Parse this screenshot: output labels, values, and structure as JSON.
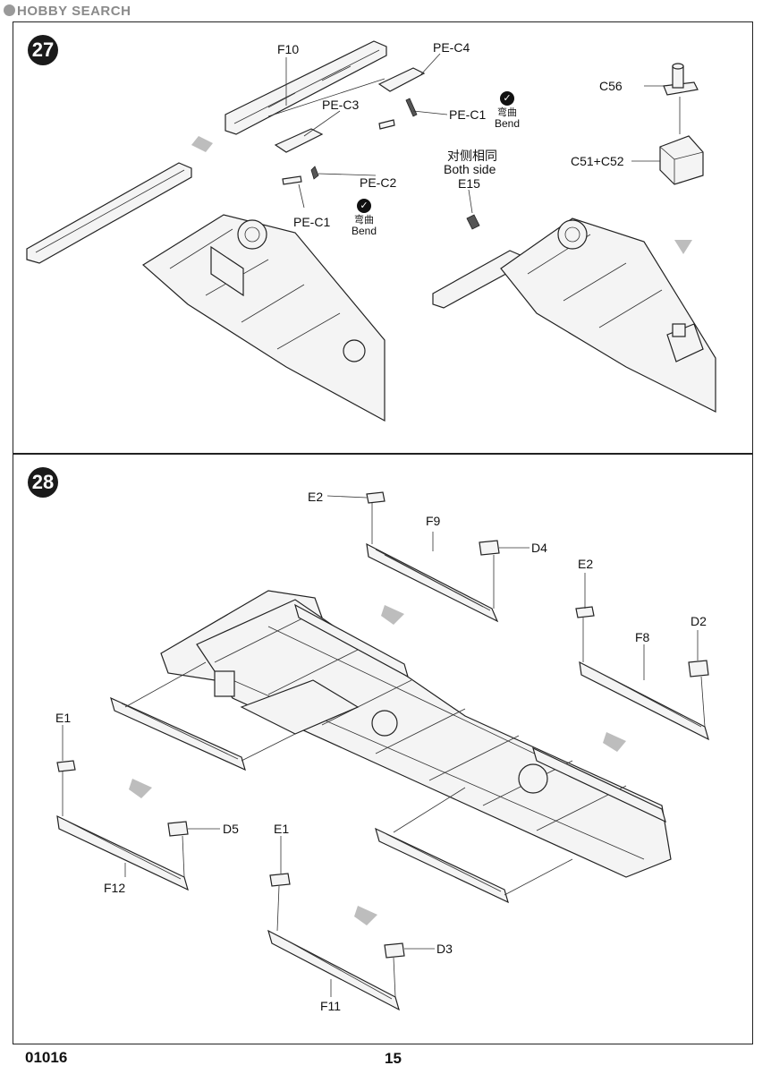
{
  "header": {
    "logo_text": "HOBBY SEARCH"
  },
  "step27": {
    "number": "27",
    "labels": {
      "f10": "F10",
      "pe_c4": "PE-C4",
      "pe_c3": "PE-C3",
      "pe_c1_top": "PE-C1",
      "pe_c2": "PE-C2",
      "pe_c1_bottom": "PE-C1",
      "c56": "C56",
      "c51_c52": "C51+C52",
      "both_side_cn": "对侧相同",
      "both_side_en": "Both side",
      "e15": "E15"
    },
    "bend_notes": [
      {
        "cn": "弯曲",
        "en": "Bend"
      },
      {
        "cn": "弯曲",
        "en": "Bend"
      }
    ]
  },
  "step28": {
    "number": "28",
    "labels": {
      "e2_top": "E2",
      "f9": "F9",
      "d4": "D4",
      "e2_right": "E2",
      "d2": "D2",
      "f8": "F8",
      "e1_left": "E1",
      "d5": "D5",
      "f12": "F12",
      "e1_bottom": "E1",
      "d3": "D3",
      "f11": "F11"
    }
  },
  "footer": {
    "code": "01016",
    "page_number": "15"
  }
}
